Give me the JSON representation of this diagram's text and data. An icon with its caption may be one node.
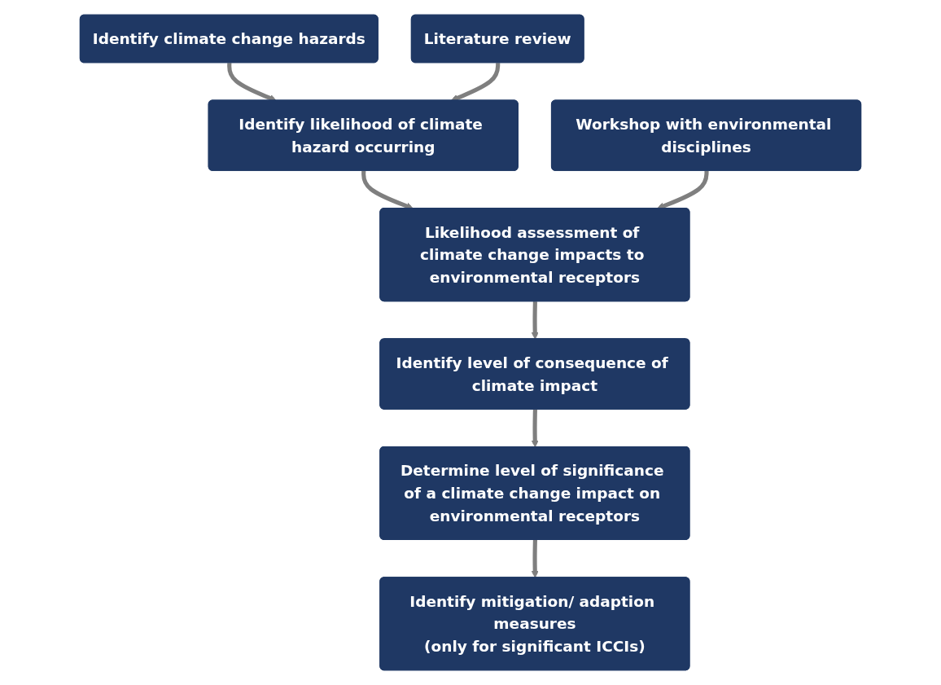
{
  "diagram": {
    "nodes": [
      {
        "text": [
          "Identify climate change hazards"
        ]
      },
      {
        "text": [
          "Literature review"
        ]
      },
      {
        "text": [
          "Identify likelihood of climate hazard occurring"
        ]
      },
      {
        "text": [
          "Likelihood assessment of climate change impacts to environmental receptors"
        ]
      },
      {
        "text": [
          "Workshop with environmental disciplines"
        ]
      },
      {
        "text": [
          "Identify level of consequence of climate impact"
        ]
      },
      {
        "text": [
          "Determine level of significance of a climate change impact on environmental receptors"
        ]
      },
      {
        "text": [
          "Identify mitigation/ adaption measures",
          "(only for significant ICCIs)"
        ]
      }
    ],
    "edges": [
      {
        "from": 0,
        "to": 2,
        "arrow": "to"
      },
      {
        "from": 1,
        "to": 2,
        "arrow": "to"
      },
      {
        "from": 2,
        "to": 3,
        "arrow": "to"
      },
      {
        "from": 4,
        "to": 3,
        "arrow": "to"
      },
      {
        "from": 3,
        "to": 5,
        "arrow": "to"
      },
      {
        "from": 5,
        "to": 6,
        "arrow": "to"
      },
      {
        "from": 6,
        "to": 7,
        "arrow": "to"
      }
    ]
  }
}
